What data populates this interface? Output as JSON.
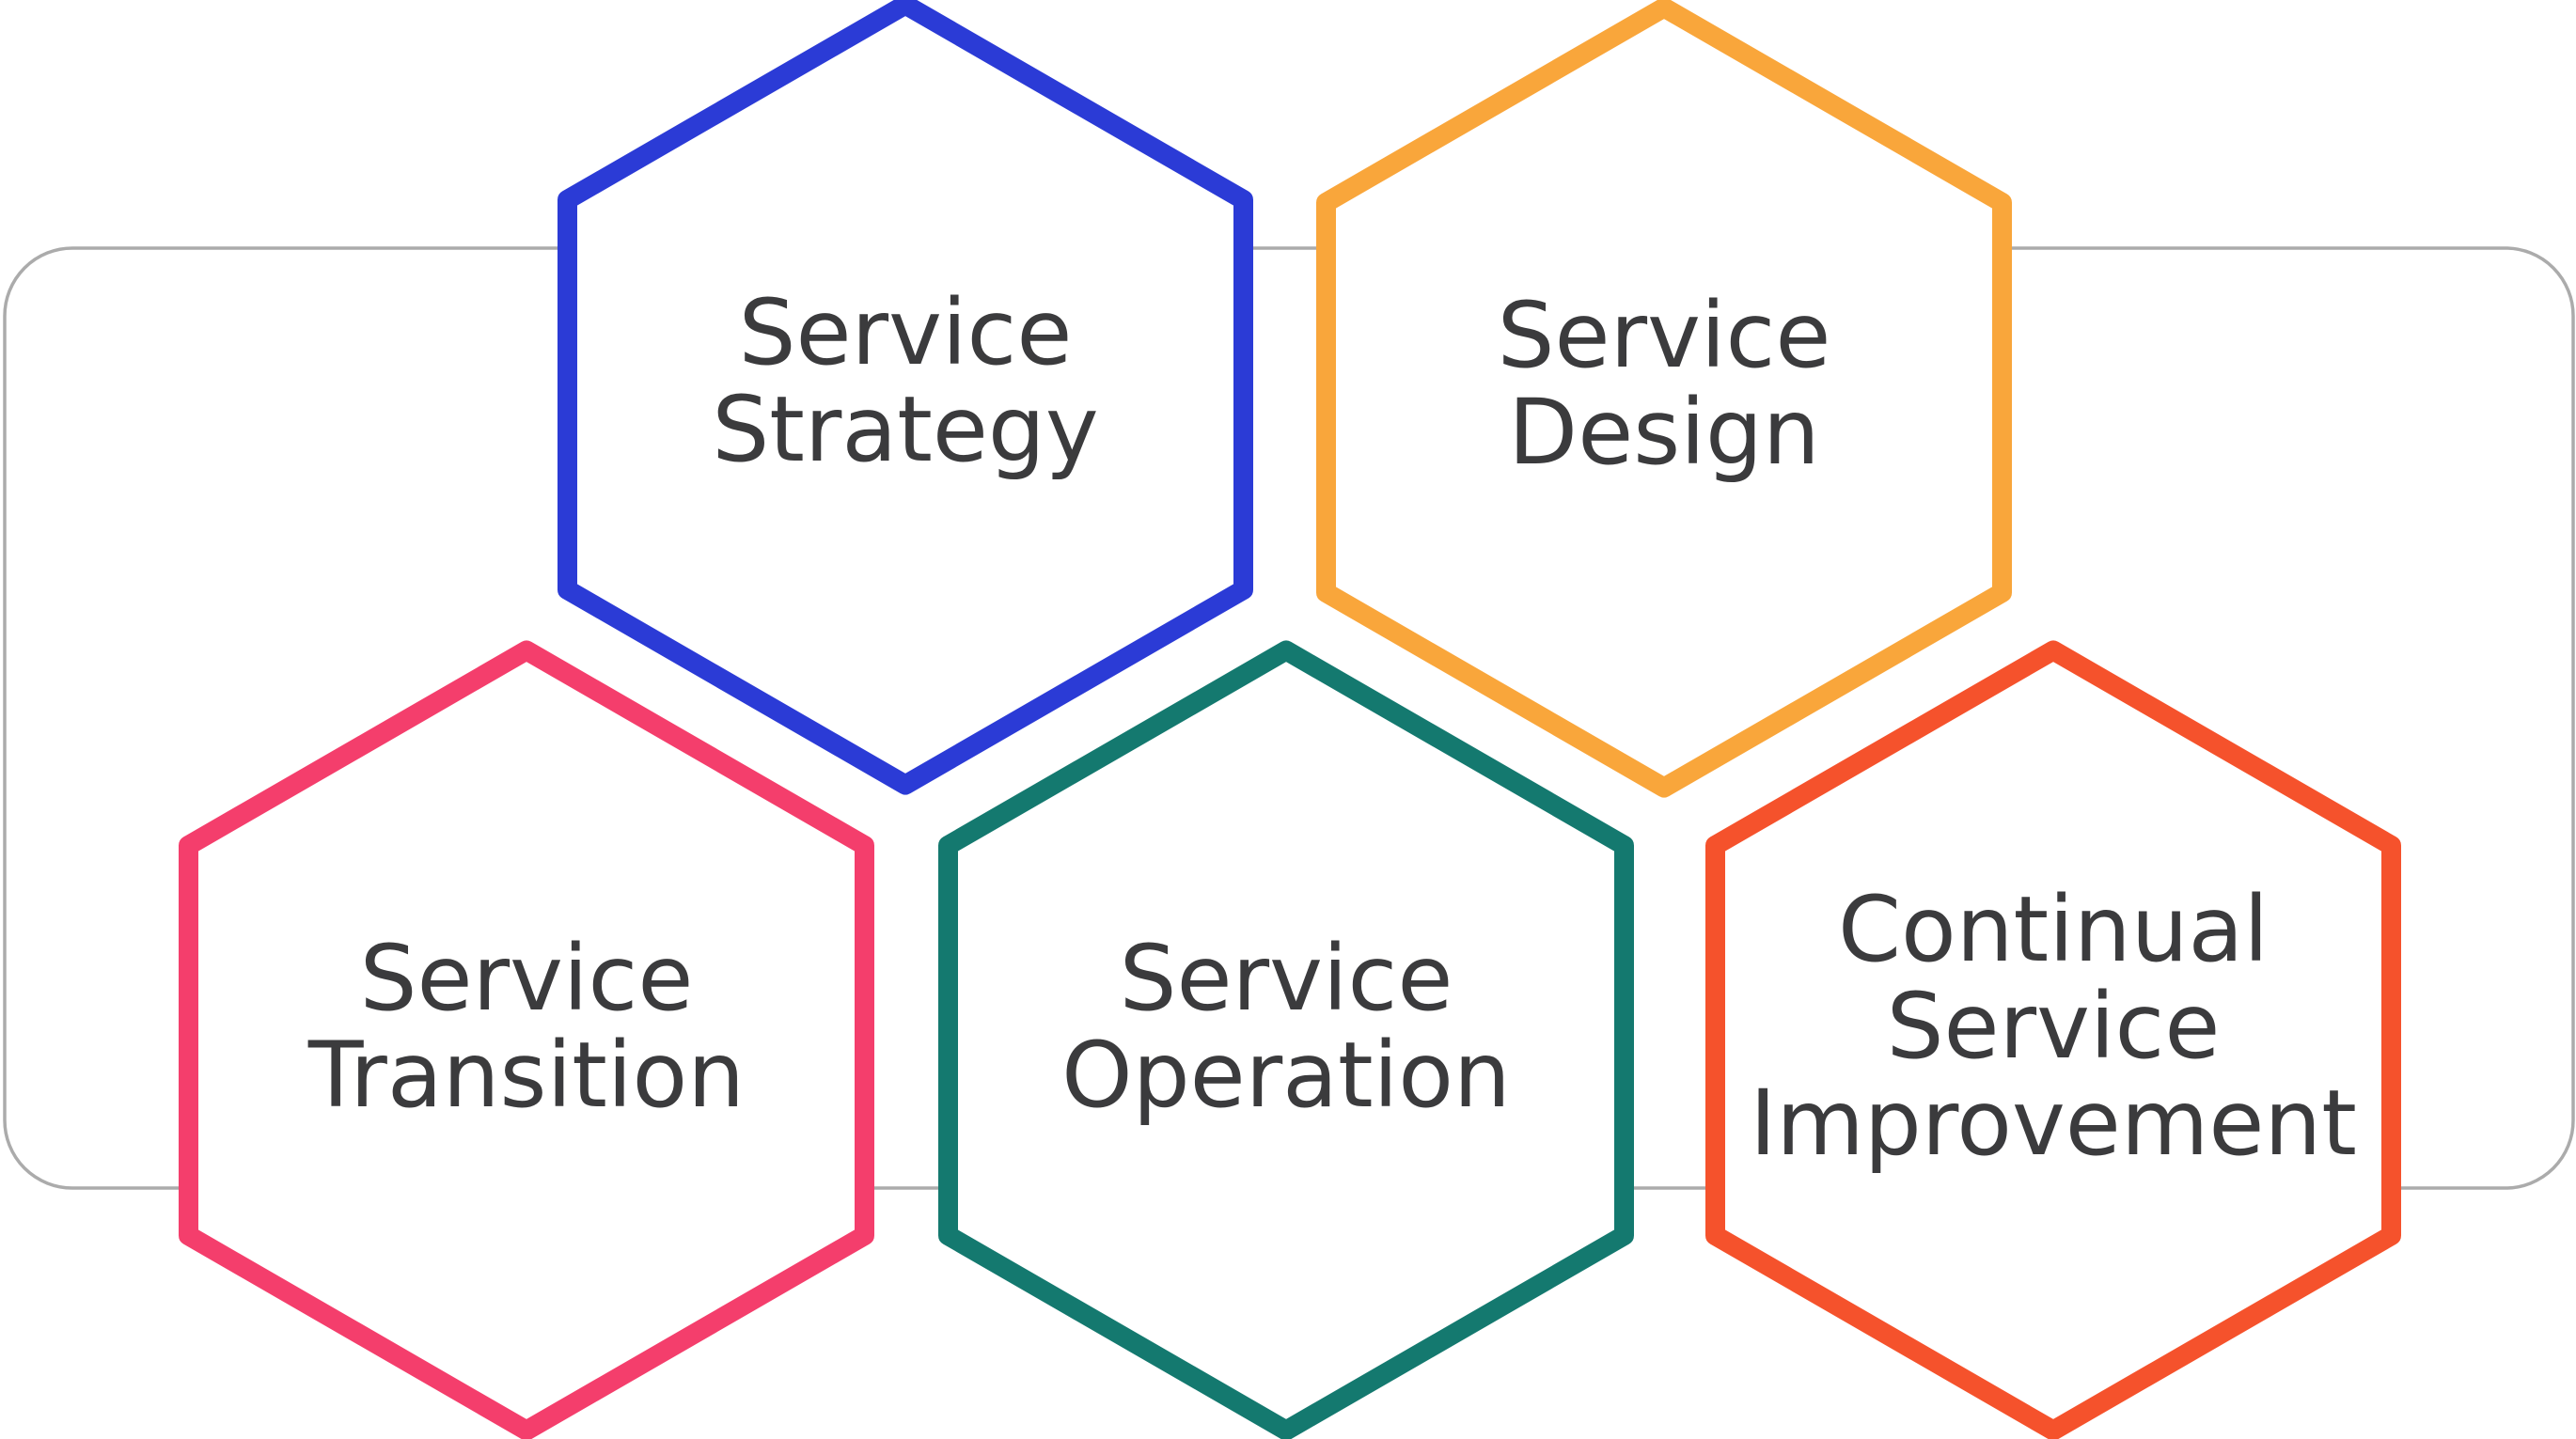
{
  "diagram": {
    "background_color": "#ffffff",
    "text_color": "#3B3B3D",
    "container": {
      "stroke_color": "#ABABAB"
    },
    "hexagons": [
      {
        "name": "service-strategy",
        "color": "#2B3BD6",
        "lines": [
          "Service",
          "Strategy"
        ]
      },
      {
        "name": "service-design",
        "color": "#F9A63B",
        "lines": [
          "Service",
          "Design"
        ]
      },
      {
        "name": "service-transition",
        "color": "#F43E6C",
        "lines": [
          "Service",
          "Transition"
        ]
      },
      {
        "name": "service-operation",
        "color": "#14796F",
        "lines": [
          "Service",
          "Operation"
        ]
      },
      {
        "name": "continual-service-improvement",
        "color": "#F5522C",
        "lines": [
          "Continual",
          "Service",
          "Improvement"
        ]
      }
    ]
  }
}
